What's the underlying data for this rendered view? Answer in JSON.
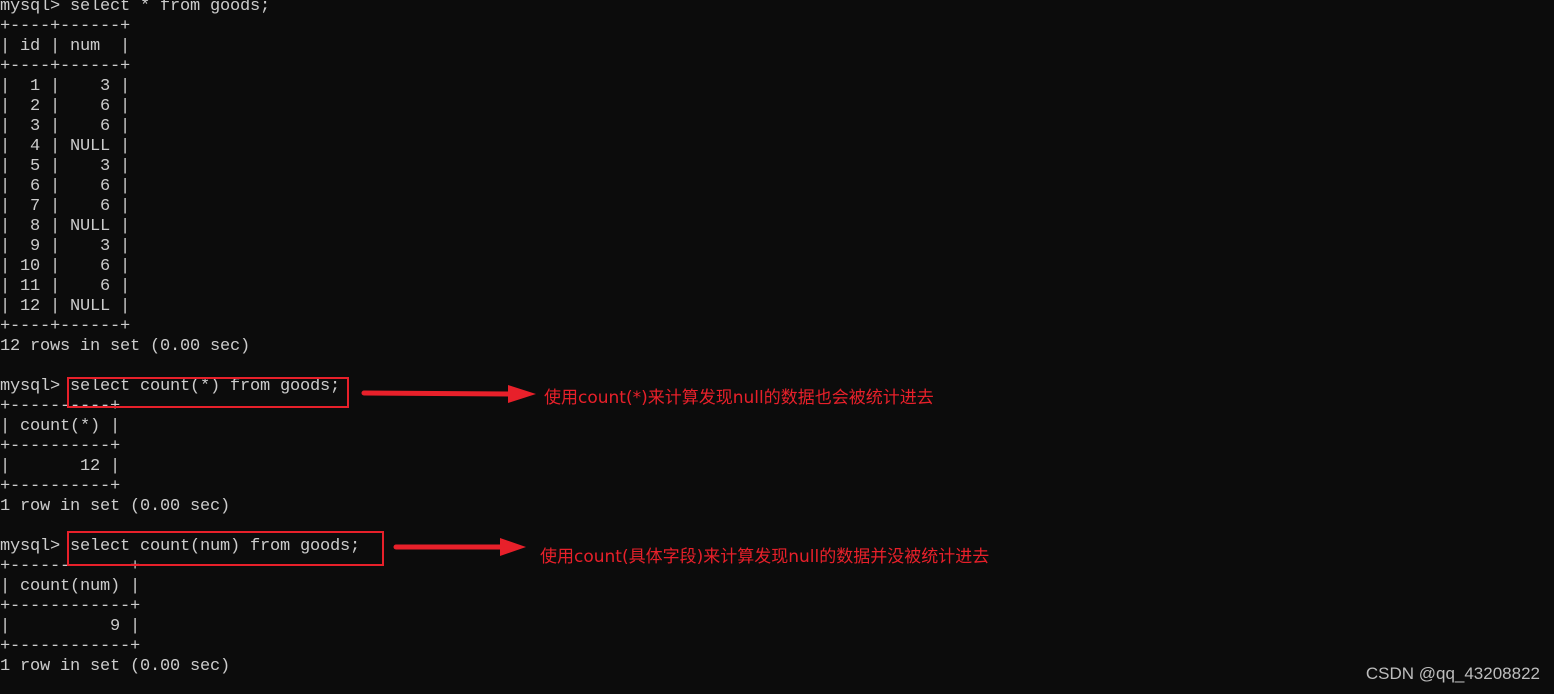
{
  "terminal": {
    "prompt": "mysql>",
    "blocks": [
      {
        "command": "select * from goods;",
        "table": {
          "columns": [
            "id",
            "num"
          ],
          "rows": [
            [
              "1",
              "3"
            ],
            [
              "2",
              "6"
            ],
            [
              "3",
              "6"
            ],
            [
              "4",
              "NULL"
            ],
            [
              "5",
              "3"
            ],
            [
              "6",
              "6"
            ],
            [
              "7",
              "6"
            ],
            [
              "8",
              "NULL"
            ],
            [
              "9",
              "3"
            ],
            [
              "10",
              "6"
            ],
            [
              "11",
              "6"
            ],
            [
              "12",
              "NULL"
            ]
          ]
        },
        "status": "12 rows in set (0.00 sec)"
      },
      {
        "command": "select count(*) from goods;",
        "table": {
          "columns": [
            "count(*)"
          ],
          "rows": [
            [
              "12"
            ]
          ]
        },
        "status": "1 row in set (0.00 sec)",
        "annotation": "使用count(*)来计算发现null的数据也会被统计进去"
      },
      {
        "command": "select count(num) from goods;",
        "table": {
          "columns": [
            "count(num)"
          ],
          "rows": [
            [
              "9"
            ]
          ]
        },
        "status": "1 row in set (0.00 sec)",
        "annotation": "使用count(具体字段)来计算发现null的数据并没被统计进去"
      }
    ],
    "lines": [
      "mysql> select * from goods;",
      "+----+------+",
      "| id | num  |",
      "+----+------+",
      "|  1 |    3 |",
      "|  2 |    6 |",
      "|  3 |    6 |",
      "|  4 | NULL |",
      "|  5 |    3 |",
      "|  6 |    6 |",
      "|  7 |    6 |",
      "|  8 | NULL |",
      "|  9 |    3 |",
      "| 10 |    6 |",
      "| 11 |    6 |",
      "| 12 | NULL |",
      "+----+------+",
      "12 rows in set (0.00 sec)",
      "",
      "mysql> select count(*) from goods;",
      "+----------+",
      "| count(*) |",
      "+----------+",
      "|       12 |",
      "+----------+",
      "1 row in set (0.00 sec)",
      "",
      "mysql> select count(num) from goods;",
      "+------------+",
      "| count(num) |",
      "+------------+",
      "|          9 |",
      "+------------+",
      "1 row in set (0.00 sec)"
    ]
  },
  "annotations": {
    "first": "使用count(*)来计算发现null的数据也会被统计进去",
    "second": "使用count(具体字段)来计算发现null的数据并没被统计进去",
    "color": "#e8202a"
  },
  "watermark": "CSDN @qq_43208822"
}
